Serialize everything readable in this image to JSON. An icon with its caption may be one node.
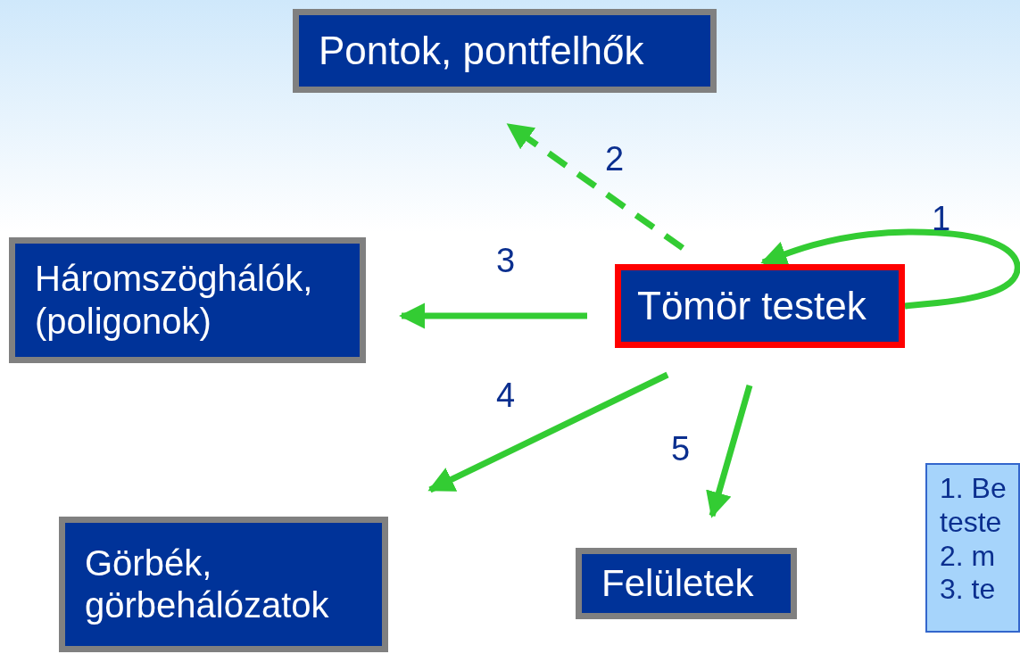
{
  "diagram": {
    "nodes": [
      {
        "text": [
          "Pontok, pontfelhők"
        ]
      },
      {
        "text": [
          "Háromszöghálók, (poligonok)"
        ]
      },
      {
        "text": [
          "Tömör testek"
        ]
      },
      {
        "text": [
          "Görbék, görbehálózatok"
        ]
      },
      {
        "text": [
          "Felületek"
        ]
      },
      {
        "text": [
          "1. Be teste 2. m 3. te"
        ]
      }
    ],
    "edges": [
      {
        "from": 2,
        "to": 2,
        "arrow": "to",
        "label": "1"
      },
      {
        "from": 2,
        "to": 0,
        "arrow": "to",
        "label": "2",
        "style": "dashed"
      },
      {
        "from": 2,
        "to": 1,
        "arrow": "to",
        "label": "3"
      },
      {
        "from": 2,
        "to": 3,
        "arrow": "to",
        "label": "4"
      },
      {
        "from": 2,
        "to": 4,
        "arrow": "to",
        "label": "5"
      }
    ]
  }
}
